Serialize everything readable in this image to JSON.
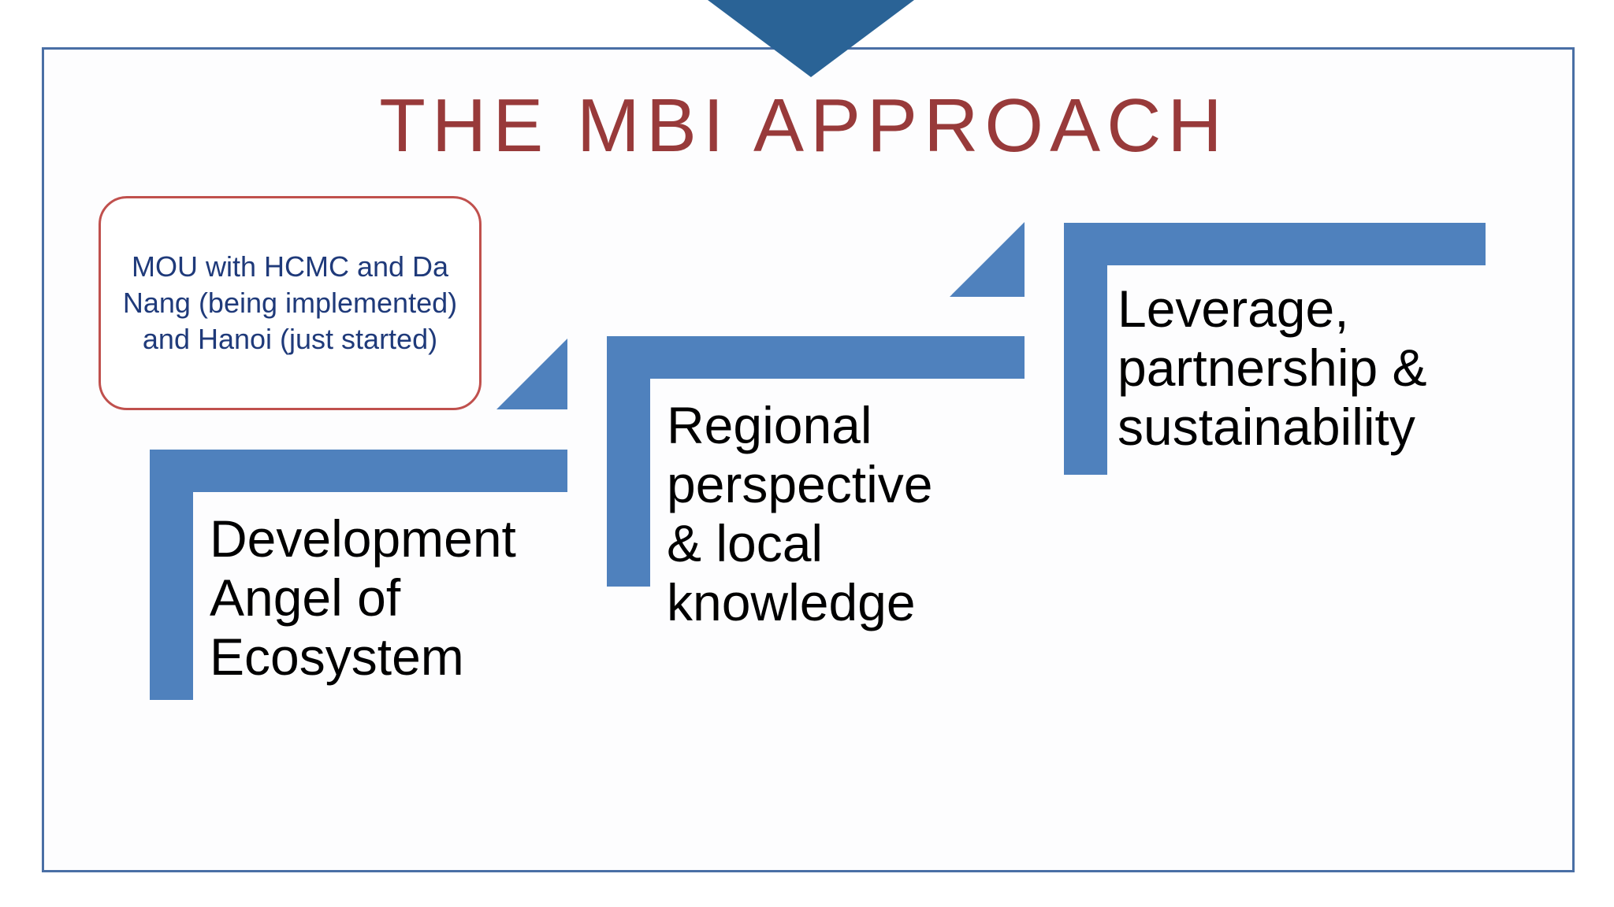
{
  "slide": {
    "title": "THE MBI APPROACH",
    "colors": {
      "title": "#983a3a",
      "frame": "#4a6fa5",
      "step_fill": "#4f81bd",
      "callout_border": "#c0504d",
      "callout_text": "#1f3a7a",
      "top_arrow": "#2a6396"
    }
  },
  "callout": {
    "text": "MOU with HCMC and Da Nang (being implemented) and Hanoi (just started)"
  },
  "steps": [
    {
      "label_lines": [
        "Development",
        "Angel of",
        "Ecosystem"
      ]
    },
    {
      "label_lines": [
        "Regional",
        "perspective",
        "& local",
        "knowledge"
      ]
    },
    {
      "label_lines": [
        "Leverage,",
        "partnership &",
        "sustainability"
      ]
    }
  ]
}
